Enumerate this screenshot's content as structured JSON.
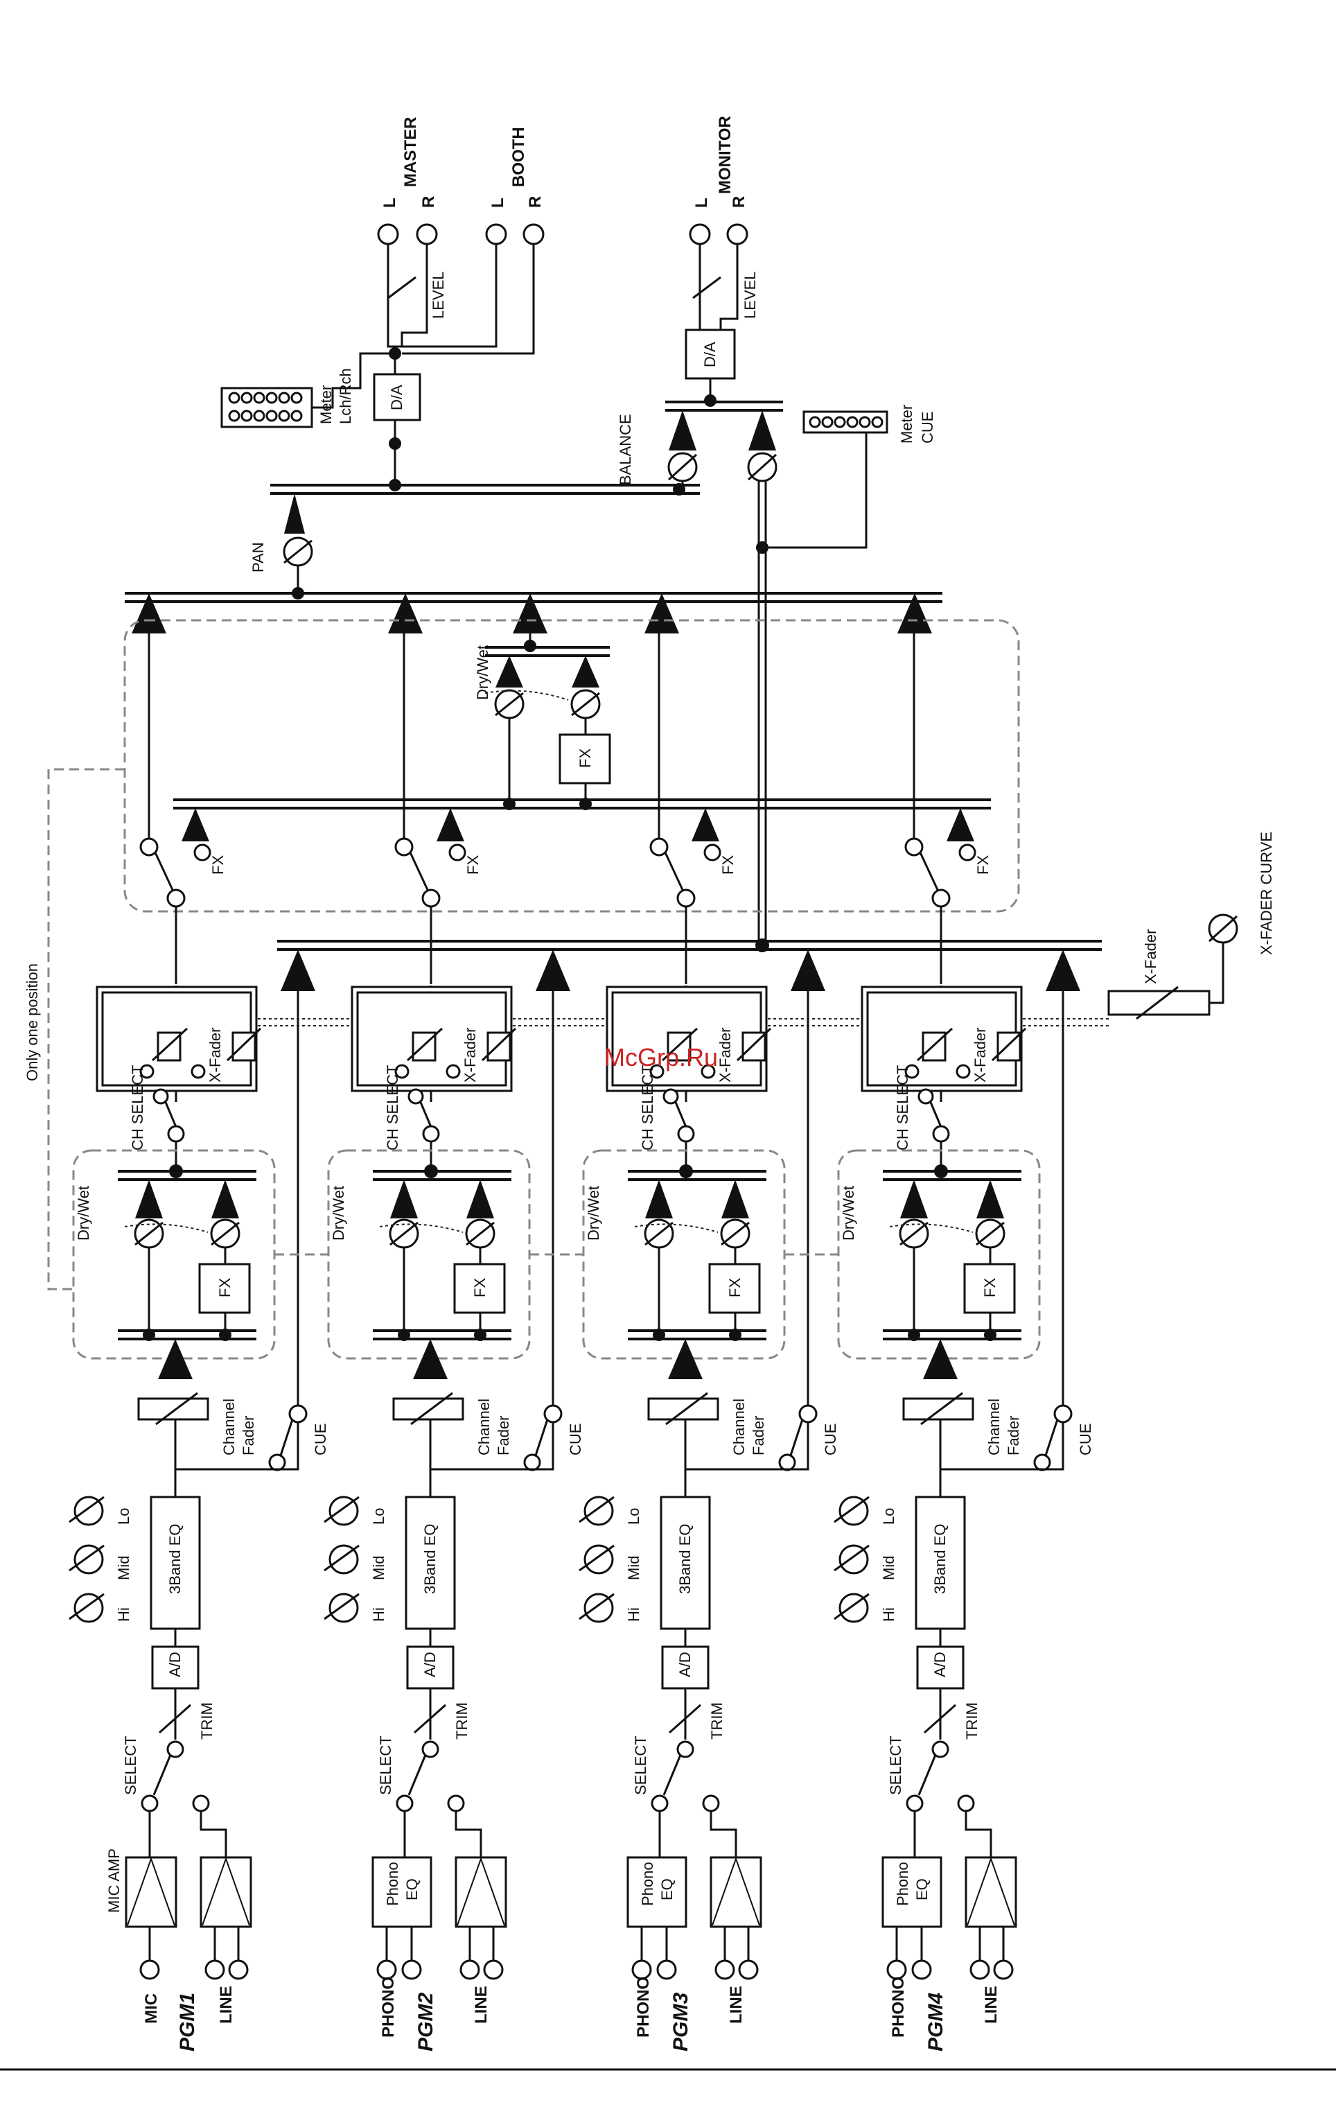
{
  "outputs": {
    "master": "MASTER",
    "booth": "BOOTH",
    "monitor": "MONITOR",
    "l": "L",
    "r": "R",
    "level": "LEVEL",
    "da": "D/A",
    "meter": "Meter",
    "lch_rch": "Lch/Rch",
    "cue": "CUE",
    "balance": "BALANCE",
    "pan": "PAN"
  },
  "common": {
    "fx": "FX",
    "dry_wet": "Dry/Wet",
    "ch_select": "CH SELECT",
    "x_fader": "X-Fader",
    "channel": "Channel",
    "fader": "Fader",
    "cue": "CUE",
    "eq_3band": "3Band EQ",
    "hi": "Hi",
    "mid": "Mid",
    "lo": "Lo",
    "ad": "A/D",
    "trim": "TRIM",
    "select": "SELECT",
    "line": "LINE",
    "phono": "Phono",
    "eq": "EQ",
    "mic_amp": "MIC AMP",
    "mic": "MIC",
    "phono_in": "PHONO"
  },
  "xfader_curve": "X-FADER CURVE",
  "x_fader_label": "X-Fader",
  "only_one_position": "Only one position",
  "channels": [
    {
      "name": "PGM1",
      "input": "MIC"
    },
    {
      "name": "PGM2",
      "input": "PHONO"
    },
    {
      "name": "PGM3",
      "input": "PHONO"
    },
    {
      "name": "PGM4",
      "input": "PHONO"
    }
  ],
  "watermark": "McGrp.Ru"
}
